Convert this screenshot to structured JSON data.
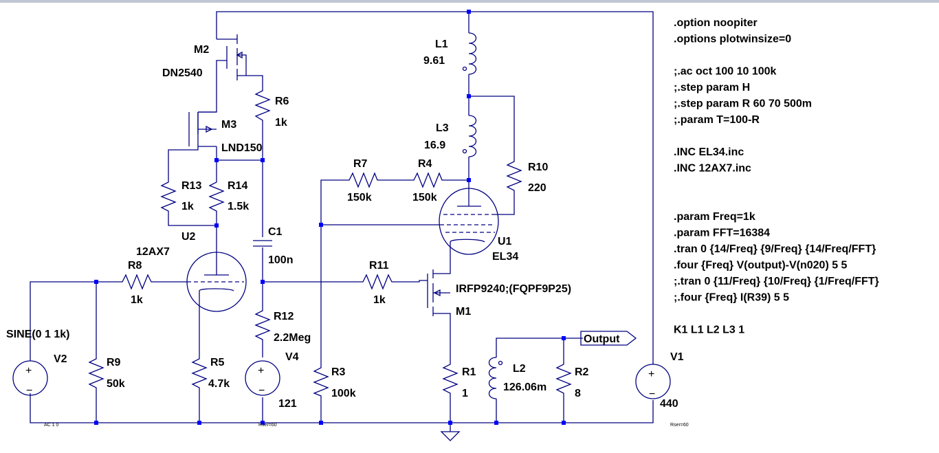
{
  "window": {
    "title": ""
  },
  "schematic": {
    "components": {
      "M2": {
        "ref": "M2",
        "value": "DN2540"
      },
      "M3": {
        "ref": "M3",
        "value": "LND150"
      },
      "R6": {
        "ref": "R6",
        "value": "1k"
      },
      "R13": {
        "ref": "R13",
        "value": "1k"
      },
      "R14": {
        "ref": "R14",
        "value": "1.5k"
      },
      "U2": {
        "ref": "U2",
        "value": "12AX7"
      },
      "C1": {
        "ref": "C1",
        "value": "100n"
      },
      "R8": {
        "ref": "R8",
        "value": "1k"
      },
      "R9": {
        "ref": "R9",
        "value": "50k"
      },
      "V2": {
        "ref": "V2",
        "value": "SINE(0 1 1k)",
        "sub": "AC 1 0"
      },
      "R5": {
        "ref": "R5",
        "value": "4.7k"
      },
      "R12": {
        "ref": "R12",
        "value": "2.2Meg"
      },
      "V4": {
        "ref": "V4",
        "value": "121",
        "sub": "Rser=60"
      },
      "R3": {
        "ref": "R3",
        "value": "100k"
      },
      "R7": {
        "ref": "R7",
        "value": "150k"
      },
      "R4": {
        "ref": "R4",
        "value": "150k"
      },
      "L1": {
        "ref": "L1",
        "value": "9.61"
      },
      "L3": {
        "ref": "L3",
        "value": "16.9"
      },
      "R10": {
        "ref": "R10",
        "value": "220"
      },
      "U1": {
        "ref": "U1",
        "value": "EL34"
      },
      "R11": {
        "ref": "R11",
        "value": "1k"
      },
      "M1": {
        "ref": "M1",
        "value": "IRFP9240;(FQPF9P25)"
      },
      "R1": {
        "ref": "R1",
        "value": "1"
      },
      "L2": {
        "ref": "L2",
        "value": "126.06m"
      },
      "R2": {
        "ref": "R2",
        "value": "8"
      },
      "V1": {
        "ref": "V1",
        "value": "440",
        "sub": "Rser=60"
      }
    },
    "output_label": "Output",
    "directives": [
      ".option noopiter",
      ".options plotwinsize=0",
      "",
      ";.ac oct 100 10 100k",
      ";.step param H",
      ";.step param R 60 70 500m",
      ";.param T=100-R",
      "",
      ".INC EL34.inc",
      ".INC 12AX7.inc",
      "",
      "",
      ".param Freq=1k",
      ".param FFT=16384",
      ".tran 0 {14/Freq} {9/Freq} {14/Freq/FFT}",
      ".four {Freq} V(output)-V(n020) 5 5",
      ";.tran 0 {11/Freq} {10/Freq} {1/Freq/FFT}",
      ";.four {Freq} I(R39) 5 5",
      "",
      "K1 L1 L2 L3 1"
    ],
    "colors": {
      "wire": "#000080",
      "node": "#0000ff",
      "background": "#ffffff"
    }
  }
}
